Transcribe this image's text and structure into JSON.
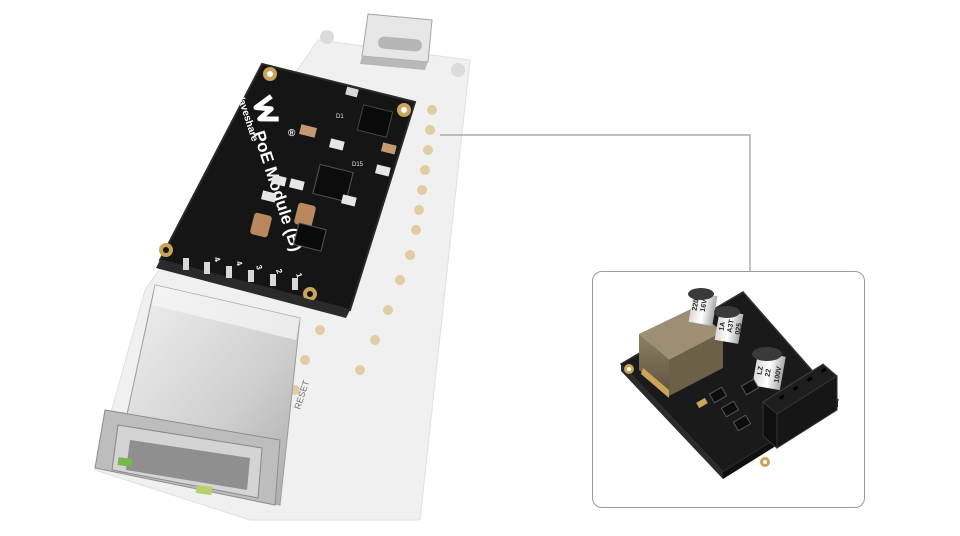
{
  "board": {
    "brand": "Waveshare",
    "module_name": "PoE Module (B)",
    "pin_labels": [
      "4",
      "3",
      "2",
      "1"
    ],
    "pin_label_extra": "4",
    "host_label": "RESET",
    "small_marks": [
      "D1",
      "D15"
    ]
  },
  "callout_module": {
    "cap1": [
      "220",
      "16V"
    ],
    "cap2": [
      "1A",
      "A3T",
      "025"
    ],
    "cap3": [
      "LZ",
      "22",
      "100V"
    ]
  },
  "colors": {
    "pcb_black": "#151515",
    "host_board": "#dcdcdc",
    "gold": "#c9a24a",
    "line": "#9a9a9a"
  }
}
